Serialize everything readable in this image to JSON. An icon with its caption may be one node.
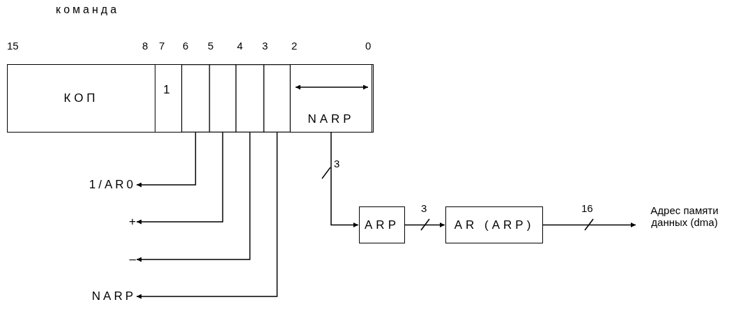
{
  "diagram": {
    "nodes": [
      {
        "text": [
          "команда"
        ]
      },
      {
        "text": [
          "КОП"
        ],
        "in": 0
      },
      {
        "text": [
          "1"
        ],
        "in": 0
      },
      {
        "text": [],
        "shape": "box",
        "in": 0
      },
      {
        "text": [],
        "shape": "box",
        "in": 0
      },
      {
        "text": [],
        "shape": "box",
        "in": 0
      },
      {
        "text": [],
        "shape": "box",
        "in": 0
      },
      {
        "text": [
          "NARP"
        ],
        "in": 0
      },
      {
        "text": [
          "1/AR0"
        ]
      },
      {
        "text": [
          "+"
        ]
      },
      {
        "text": [
          "–"
        ]
      },
      {
        "text": [
          "NARP"
        ]
      },
      {
        "text": [
          "ARP"
        ]
      },
      {
        "text": [
          "AR (ARP)"
        ]
      },
      {
        "text": [
          "Адрес памяти данных (dma)"
        ]
      }
    ],
    "edges": [
      {
        "from": 3,
        "to": 8,
        "arrow": "to"
      },
      {
        "from": 4,
        "to": 9,
        "arrow": "to"
      },
      {
        "from": 5,
        "to": 10,
        "arrow": "to"
      },
      {
        "from": 6,
        "to": 11,
        "arrow": "to"
      },
      {
        "from": 7,
        "to": 12,
        "arrow": "to",
        "label": "3"
      },
      {
        "from": 12,
        "to": 13,
        "arrow": "to",
        "label": "3"
      },
      {
        "from": 13,
        "to": 14,
        "arrow": "to",
        "label": "16"
      }
    ],
    "labels": [
      "15",
      "8",
      "7",
      "6",
      "5",
      "4",
      "3",
      "2",
      "0"
    ]
  }
}
